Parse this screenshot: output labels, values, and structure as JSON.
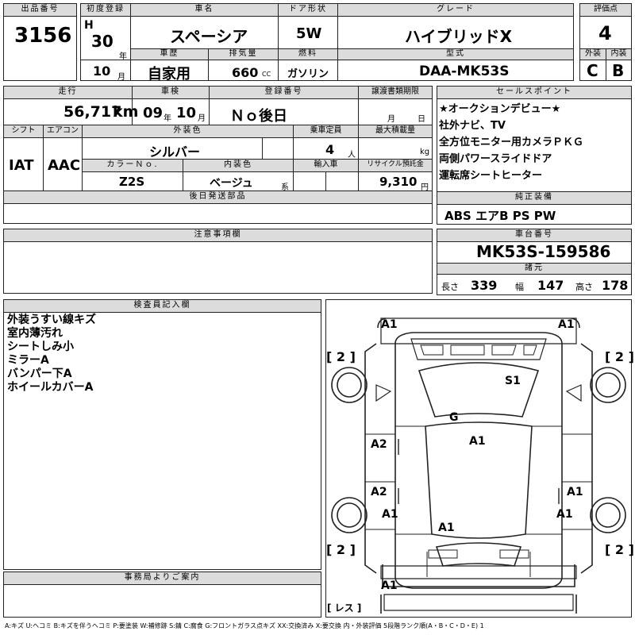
{
  "top": {
    "lot_label": "出品番号",
    "lot": "3156",
    "reg_label": "初度登録",
    "era": "H",
    "year": "30",
    "year_unit": "年",
    "month": "10",
    "month_unit": "月",
    "name_label": "車名",
    "name": "スペーシア",
    "door_label": "ドア形状",
    "door": "5W",
    "grade_label": "グレード",
    "grade": "ハイブリッドX",
    "score_label": "評価点",
    "score": "4",
    "history_label": "車歴",
    "history": "自家用",
    "cc_label": "排気量",
    "cc": "660",
    "cc_unit": "CC",
    "fuel_label": "燃料",
    "fuel": "ガソリン",
    "model_label": "型式",
    "model": "DAA-MK53S",
    "ext_label": "外装",
    "ext": "C",
    "int_label": "内装",
    "int": "B"
  },
  "mid": {
    "mileage_label": "走行",
    "mileage": "56,717",
    "mileage_unit": "km",
    "inspection_label": "車検",
    "insp_year": "09",
    "insp_year_unit": "年",
    "insp_month": "10",
    "insp_month_unit": "月",
    "plate_label": "登録番号",
    "plate": "Ｎｏ後日",
    "transfer_label": "譲渡書類期限",
    "transfer_month_unit": "月",
    "transfer_day_unit": "日",
    "shift_label": "シフト",
    "shift": "IAT",
    "ac_label": "エアコン",
    "ac": "AAC",
    "color_label": "外装色",
    "color": "シルバー",
    "capacity_label": "乗車定員",
    "capacity": "4",
    "capacity_unit": "人",
    "load_label": "最大積載量",
    "load_unit": "kg",
    "color_no_label": "カラーＮｏ.",
    "color_no": "Z2S",
    "interior_color_label": "内装色",
    "interior_color": "ベージュ",
    "interior_color_unit": "系",
    "import_label": "輸入車",
    "recycle_label": "リサイクル預託金",
    "recycle": "9,310",
    "recycle_unit": "円",
    "later_label": "後日発送部品",
    "notes_label": "注意事項欄"
  },
  "sales": {
    "label": "セールスポイント",
    "items": [
      "★オークションデビュー★",
      "社外ナビ、TV",
      "全方位モニター用カメラＰＫＧ",
      "両側パワースライドドア",
      "運転席シートヒーター"
    ],
    "equip_label": "純正装備",
    "equip": "ABS エアB PS PW"
  },
  "chassis": {
    "label": "車台番号",
    "number": "MK53S-159586",
    "dims_label": "諸元",
    "length_label": "長さ",
    "length": "339",
    "width_label": "幅",
    "width": "147",
    "height_label": "高さ",
    "height": "178"
  },
  "inspector": {
    "label": "検査員記入欄",
    "items": [
      "外装うすい線キズ",
      "室内薄汚れ",
      "シートしみ小",
      "ミラーA",
      "バンパー下A",
      "ホイールカバーA"
    ]
  },
  "office": {
    "label": "事務局よりご案内"
  },
  "diagram": {
    "marks": {
      "fl_bumper": "A1",
      "fr_bumper": "A1",
      "left_top_tire": "[ 2 ]",
      "right_top_tire": "[ 2 ]",
      "roof": "S1",
      "glass": "G",
      "center": "A1",
      "left_front_door": "A2",
      "left_rear_door": "A2",
      "right_rear_door": "A1",
      "left_quarter": "A1",
      "right_quarter": "A1",
      "rear_center": "A1",
      "left_bottom_tire": "[ 2 ]",
      "right_bottom_tire": "[ 2 ]",
      "rear_bumper": "A1",
      "spare": "[ レス ]"
    }
  },
  "legend": "A:キズ  U:ヘコミ  B:キズを伴うヘコミ  P:要塗装  W:補修跡  S:錆  C:腐食  G:フロントガラス点キズ  XX:交換済み  X:要交換   内・外装評価  5段階ランク順(A・B・C・D・E) 1"
}
